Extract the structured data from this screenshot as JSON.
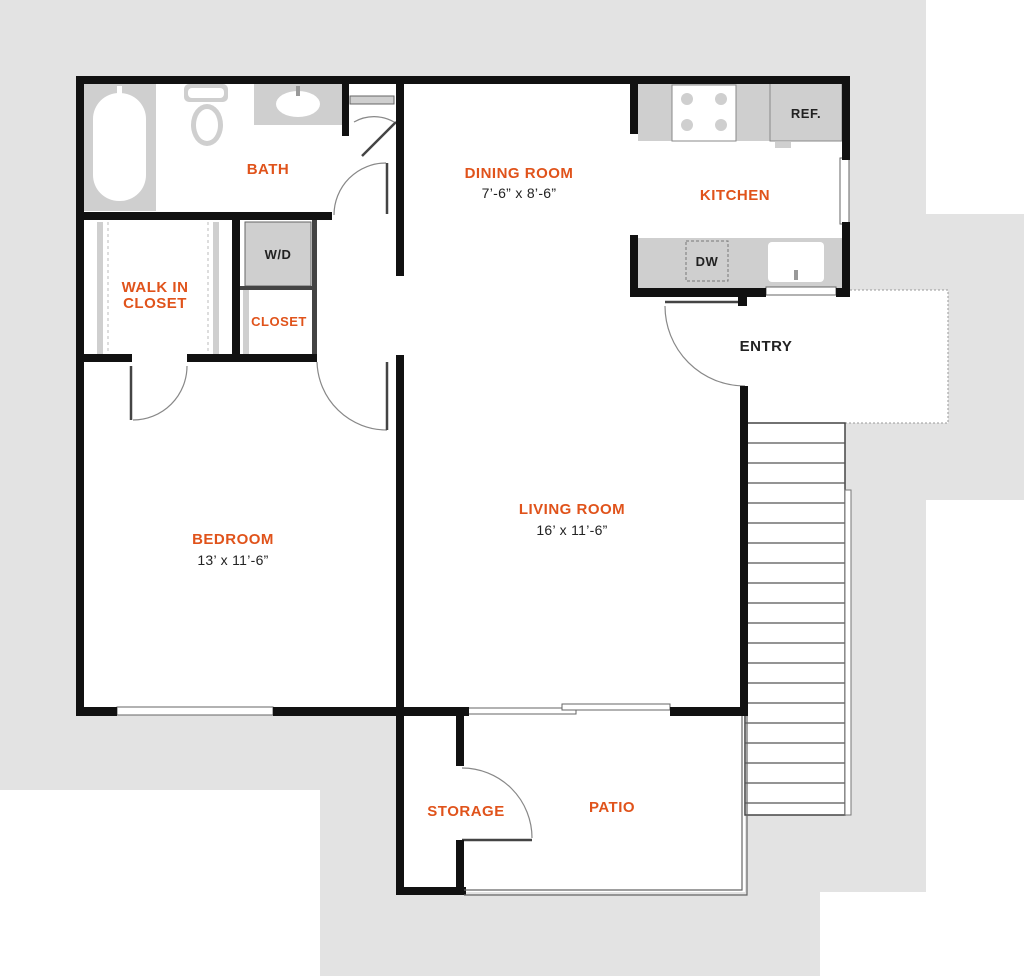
{
  "colors": {
    "background_gray": "#e3e3e3",
    "wall": "#111111",
    "fixture": "#cfcfcf",
    "room_label": "#e0531b",
    "text_dark": "#222222",
    "floor": "#ffffff"
  },
  "rooms": {
    "bath": {
      "label": "BATH"
    },
    "walk_in_closet": {
      "label_line1": "WALK IN",
      "label_line2": "CLOSET"
    },
    "closet": {
      "label": "CLOSET"
    },
    "dining_room": {
      "label": "DINING ROOM",
      "dimensions": "7’-6” x 8’-6”"
    },
    "kitchen": {
      "label": "KITCHEN"
    },
    "entry": {
      "label": "ENTRY"
    },
    "bedroom": {
      "label": "BEDROOM",
      "dimensions": "13’ x 11’-6”"
    },
    "living_room": {
      "label": "LIVING ROOM",
      "dimensions": "16’ x 11’-6”"
    },
    "storage": {
      "label": "STORAGE"
    },
    "patio": {
      "label": "PATIO"
    }
  },
  "fixtures": {
    "washer_dryer": "W/D",
    "refrigerator": "REF.",
    "dishwasher": "DW"
  },
  "icons": [
    "bathtub-icon",
    "toilet-icon",
    "sink-icon",
    "stove-icon",
    "kitchen-sink-icon",
    "door-swing-icon",
    "stairs-icon"
  ]
}
